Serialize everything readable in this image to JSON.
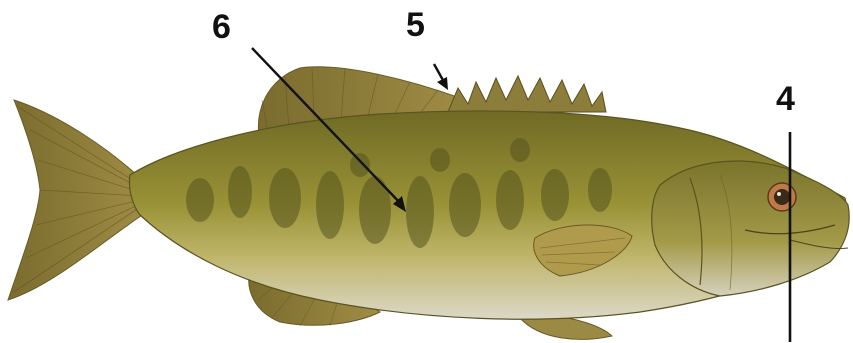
{
  "diagram": {
    "subject": "smallmouth-bass-illustration",
    "labels": [
      {
        "id": "label-6",
        "text": "6"
      },
      {
        "id": "label-5",
        "text": "5"
      },
      {
        "id": "label-4",
        "text": "4"
      }
    ]
  },
  "colors": {
    "body_dark": "#6f6a25",
    "body_mid": "#8e8a34",
    "body_light": "#b8a84a",
    "belly": "#d9d6c6",
    "fin": "#8a7a3a",
    "fin_dark": "#6a5a26",
    "blotch": "#55551f",
    "eye_ring": "#c07a4a",
    "eye": "#3a2a1a",
    "pointer": "#111111"
  }
}
